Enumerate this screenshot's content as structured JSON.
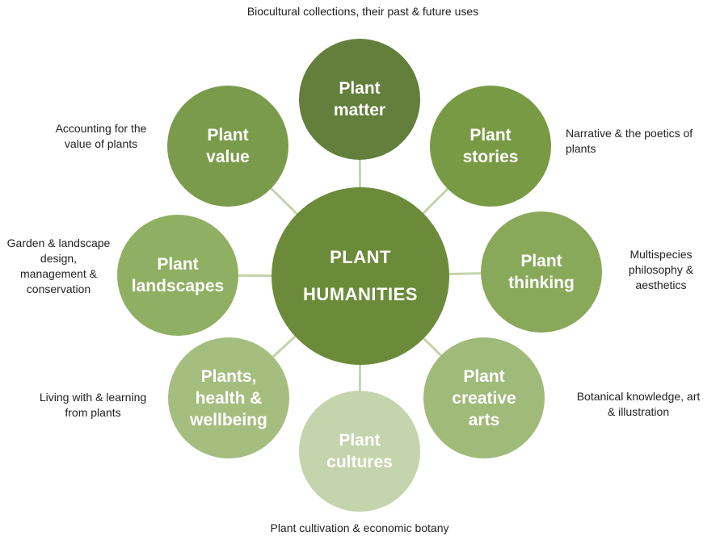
{
  "center": {
    "label": "PLANT\nHUMANITIES",
    "color": "#6b8b3a"
  },
  "nodes": [
    {
      "id": "matter",
      "label": "Plant\nmatter",
      "color": "#637f3b",
      "caption": "Biocultural collections, their past & future uses"
    },
    {
      "id": "stories",
      "label": "Plant\nstories",
      "color": "#799a45",
      "caption": "Narrative & the poetics of\nplants"
    },
    {
      "id": "thinking",
      "label": "Plant\nthinking",
      "color": "#89a95a",
      "caption": "Multispecies\nphilosophy &\naesthetics"
    },
    {
      "id": "creative-arts",
      "label": "Plant\ncreative\narts",
      "color": "#a0ba79",
      "caption": "Botanical knowledge, art\n& illustration"
    },
    {
      "id": "cultures",
      "label": "Plant\ncultures",
      "color": "#c4d4ac",
      "caption": "Plant cultivation & economic botany"
    },
    {
      "id": "health",
      "label": "Plants,\nhealth &\nwellbeing",
      "color": "#a5be80",
      "caption": "Living with & learning\nfrom plants"
    },
    {
      "id": "landscapes",
      "label": "Plant\nlandscapes",
      "color": "#8faf62",
      "caption": "Garden & landscape\ndesign,\nmanagement &\nconservation"
    },
    {
      "id": "value",
      "label": "Plant\nvalue",
      "color": "#7b9b4c",
      "caption": "Accounting for the\nvalue of plants"
    }
  ],
  "connector_color": "#c3d4ab"
}
